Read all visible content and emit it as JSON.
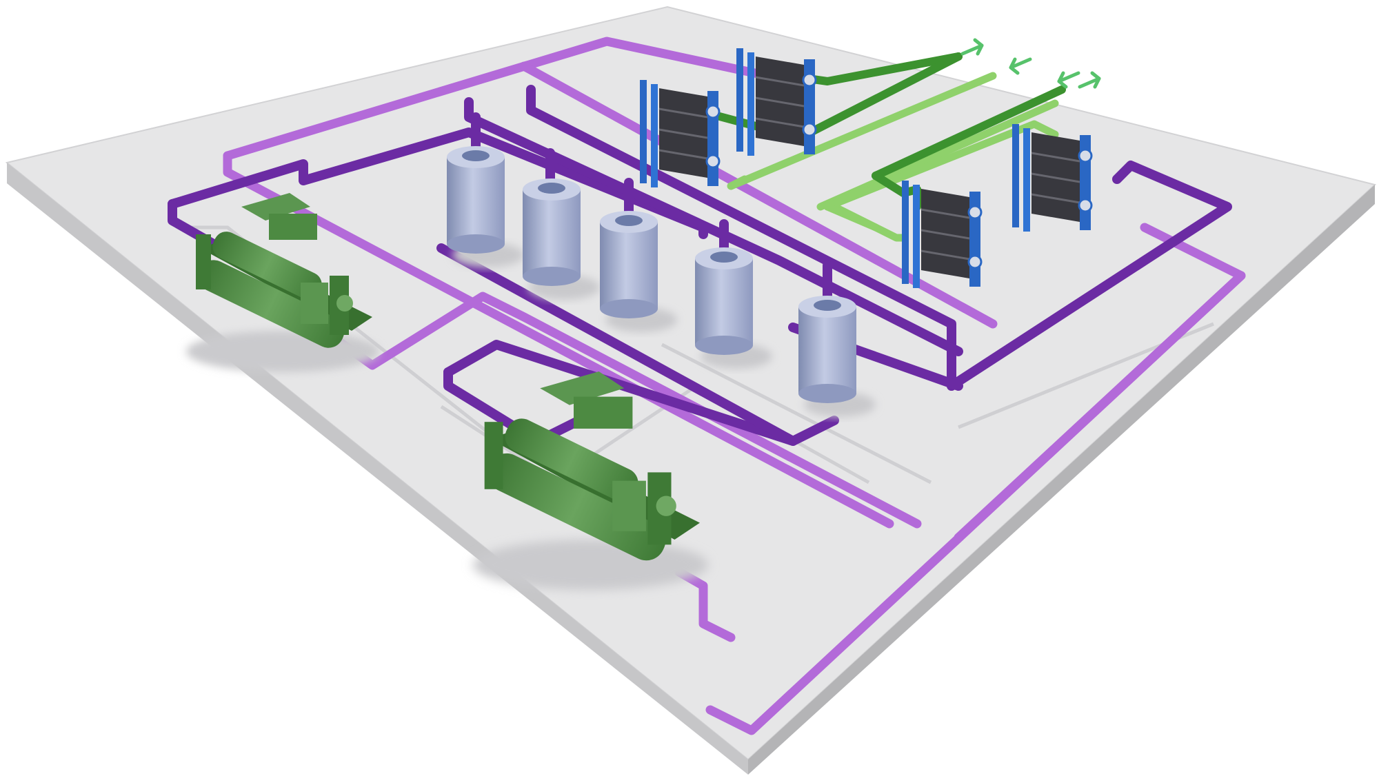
{
  "colors": {
    "background": "#ffffff",
    "platform_top": "#e6e6e7",
    "platform_edge_front": "#c9c9cb",
    "platform_edge_side": "#b8b8ba",
    "pipe_dark_purple": "#6a2a9e",
    "pipe_mid_purple": "#7e3bb8",
    "pipe_light_purple": "#b56fdc",
    "pipe_dark_green": "#3a8f2e",
    "pipe_light_green": "#8ed06a",
    "tank_body": "#9aa6c8",
    "tank_highlight": "#c7cfe6",
    "hx_frame": "#2a67c4",
    "hx_plates": "#3a3a40",
    "chiller_body": "#4d8a42",
    "chiller_dark": "#38702f",
    "chiller_light": "#6fa863",
    "arrow_green": "#57c26b"
  },
  "equipment": {
    "chillers": [
      "chiller",
      "chiller"
    ],
    "storage_tanks": [
      "tank",
      "tank",
      "tank",
      "tank",
      "tank"
    ],
    "plate_heat_exchangers": [
      "plate-heat-exchanger",
      "plate-heat-exchanger",
      "plate-heat-exchanger",
      "plate-heat-exchanger"
    ]
  },
  "flow_arrows": [
    {
      "direction": "out"
    },
    {
      "direction": "in"
    },
    {
      "direction": "in"
    },
    {
      "direction": "out"
    }
  ]
}
